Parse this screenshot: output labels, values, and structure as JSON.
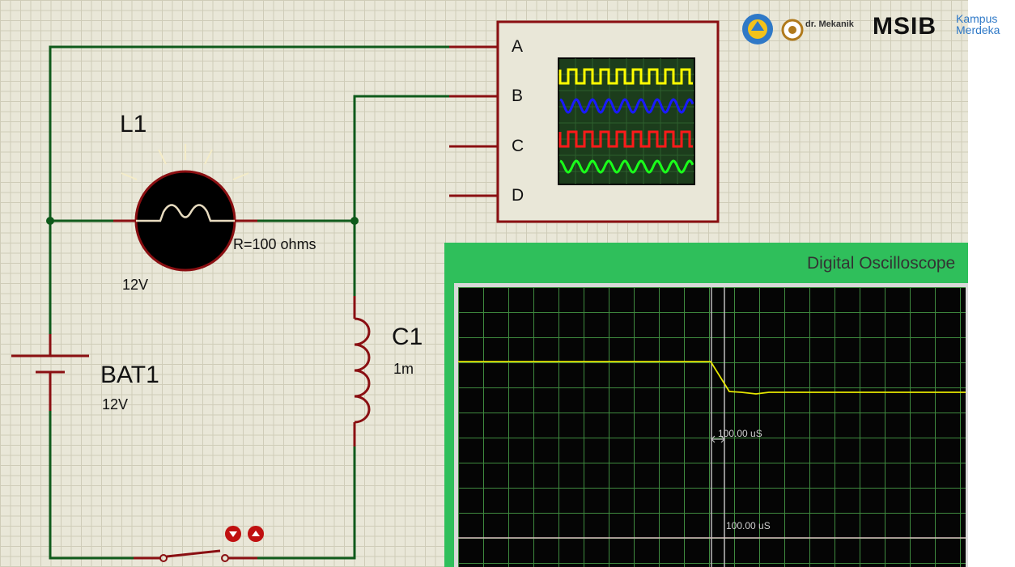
{
  "schematic": {
    "lamp": {
      "ref": "L1",
      "voltage": "12V",
      "resistance": "R=100 ohms"
    },
    "battery": {
      "ref": "BAT1",
      "voltage": "12V"
    },
    "inductor": {
      "ref": "C1",
      "value": "1m"
    }
  },
  "oscilloscope_part": {
    "pins": [
      "A",
      "B",
      "C",
      "D"
    ],
    "trace_colors": [
      "#ffff00",
      "#1a1aff",
      "#ff1a1a",
      "#1aff1a"
    ]
  },
  "scope_window": {
    "title": "Digital Oscilloscope",
    "markers": [
      "100.00 uS",
      "100.00 uS"
    ],
    "trace_color": "#e6e600"
  },
  "logos": {
    "mekanik": "dr. Mekanik",
    "msib": "MSIB",
    "kampus": "Kampus",
    "merdeka": "Merdeka"
  },
  "colors": {
    "wire": "#0f5a1b",
    "component": "#8a0f12",
    "grid_bg": "#e9e7d8",
    "window_green": "#2fbf5b"
  }
}
